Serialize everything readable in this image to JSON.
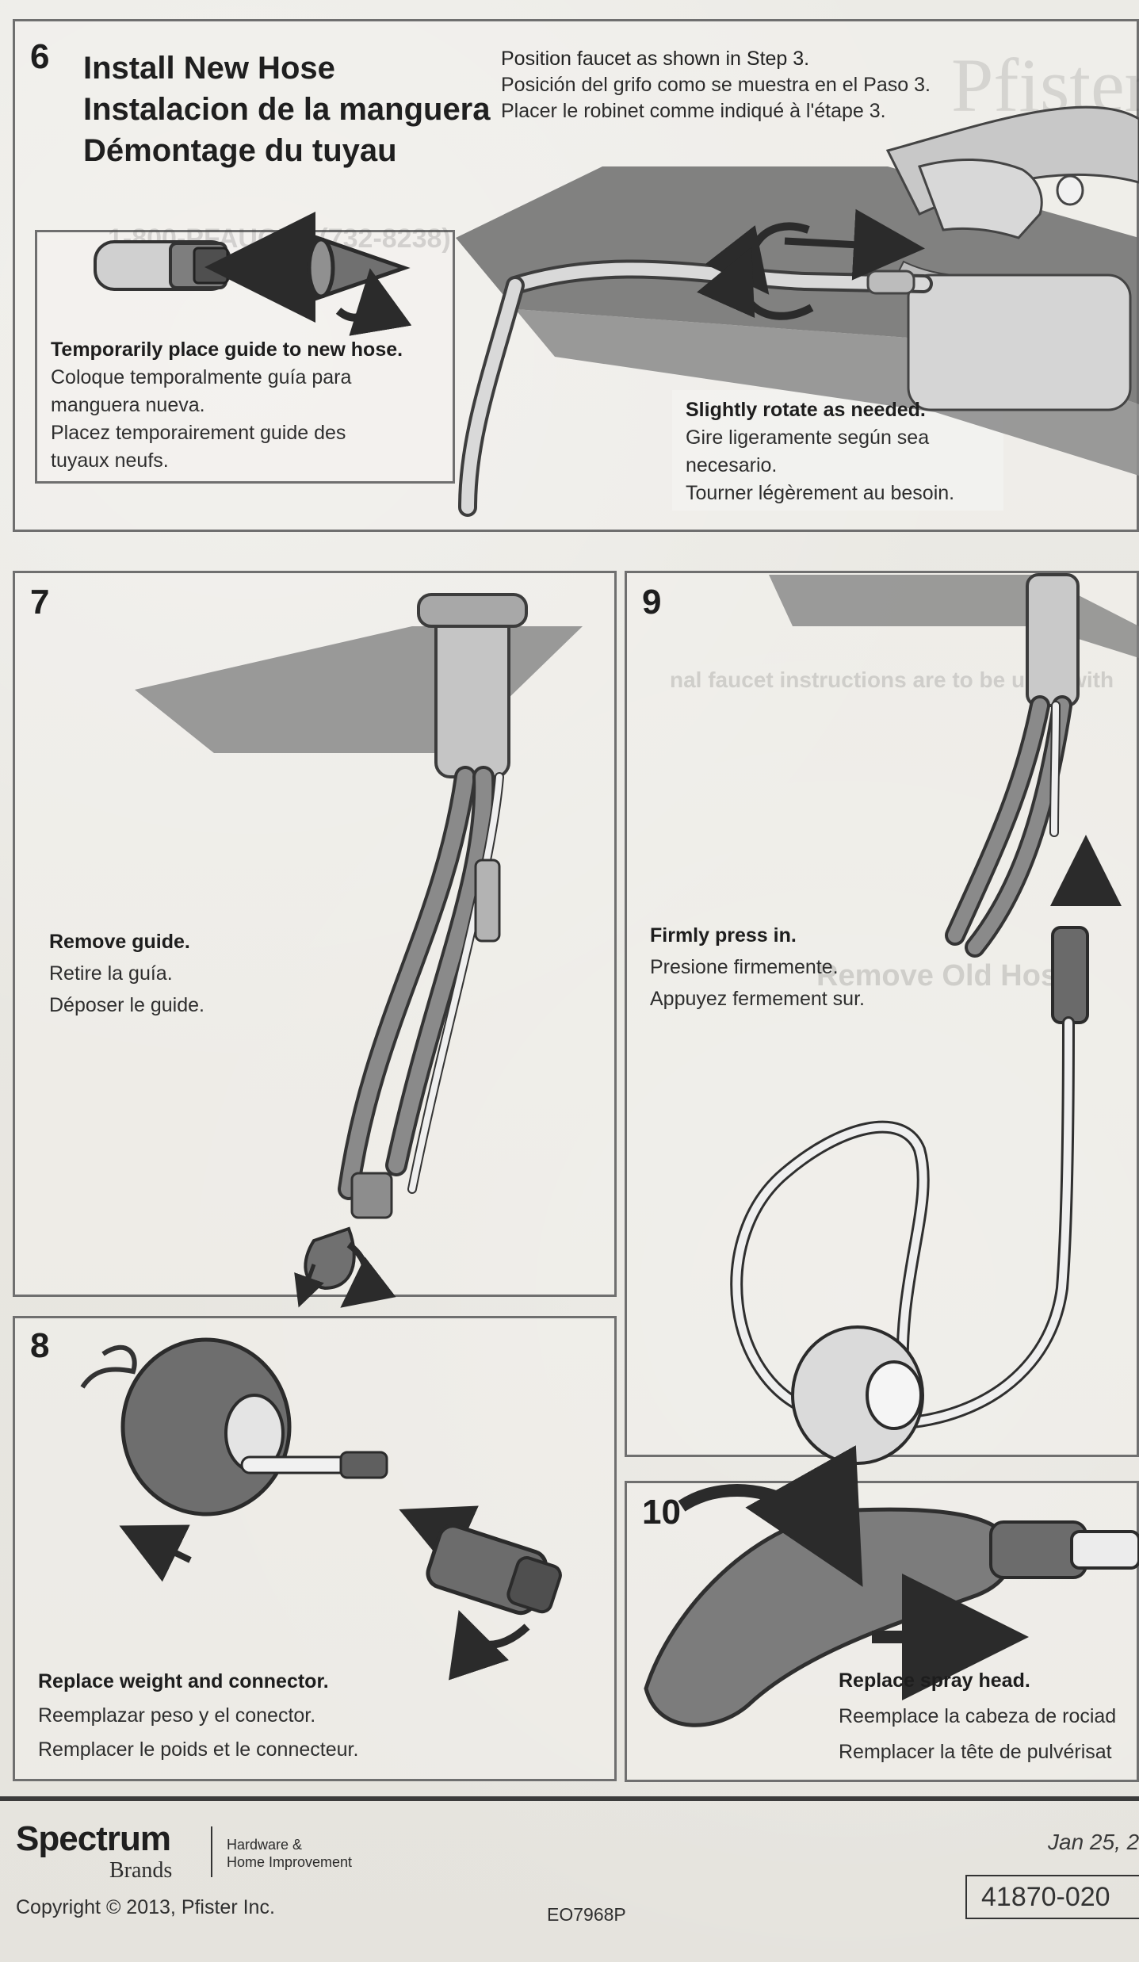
{
  "step6": {
    "number": "6",
    "title_lines": [
      "Install New Hose",
      "Instalacion de la manguera",
      "Démontage du tuyau"
    ],
    "position_note": [
      "Position  faucet as shown in Step 3.",
      "Posición del grifo como se muestra en el Paso 3.",
      "Placer le robinet comme indiqué à l'étape 3."
    ],
    "inset_caption": [
      "Temporarily place guide to new hose.",
      "Coloque temporalmente guía para",
      "manguera nueva.",
      "Placez temporairement guide des",
      "tuyaux neufs."
    ],
    "rotate_caption": [
      "Slightly rotate as needed.",
      "Gire ligeramente según sea",
      "necesario.",
      "Tourner légèrement au besoin."
    ]
  },
  "step7": {
    "number": "7",
    "caption": [
      "Remove guide.",
      "Retire la guía.",
      "Déposer le guide."
    ]
  },
  "step8": {
    "number": "8",
    "caption": [
      "Replace weight and connector.",
      "Reemplazar peso y el conector.",
      "Remplacer le poids et le connecteur."
    ]
  },
  "step9": {
    "number": "9",
    "caption": [
      "Firmly press in.",
      "Presione firmemente.",
      "Appuyez fermement sur."
    ]
  },
  "step10": {
    "number": "10",
    "caption": [
      "Replace spray head.",
      "Reemplace la cabeza de rociad",
      "Remplacer la tête de pulvérisat"
    ]
  },
  "footer": {
    "brand_main": "Spectrum",
    "brand_sub": "Brands",
    "brand_tag_lines": [
      "Hardware &",
      "Home Improvement"
    ],
    "copyright": "Copyright © 2013,  Pfister Inc.",
    "doc_code": "EO7968P",
    "date": "Jan 25, 2",
    "part_number": "41870-020"
  },
  "illustration_icons": {
    "hose-guide": "cone-guide-icon",
    "arrow": "arrow-icon",
    "rotate": "rotate-arrow-icon",
    "weight": "ball-weight-icon",
    "connector": "connector-icon",
    "spray-head": "spray-head-icon"
  }
}
